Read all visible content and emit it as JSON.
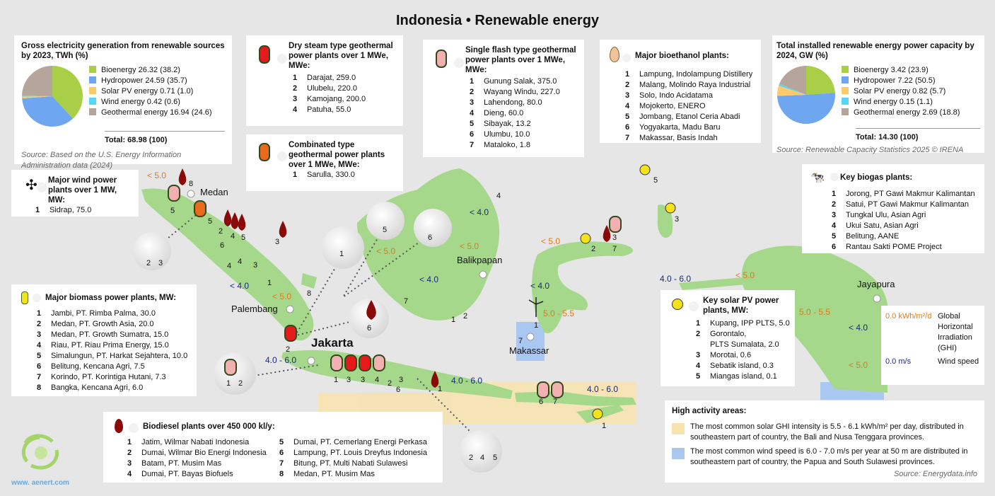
{
  "title": "Indonesia • Renewable energy",
  "generation": {
    "title": "Gross electricity generation from renewable sources by 2023, TWh (%)",
    "items": [
      {
        "label": "Bioenergy 26.32 (38.2)",
        "value": 38.2,
        "color": "#a8cf45"
      },
      {
        "label": "Hydropower 24.59 (35.7)",
        "value": 35.7,
        "color": "#6ea7f0"
      },
      {
        "label": "Solar PV energy 0.71 (1.0)",
        "value": 1.0,
        "color": "#fcc96b"
      },
      {
        "label": "Wind energy 0.42 (0.6)",
        "value": 0.6,
        "color": "#56d8f5"
      },
      {
        "label": "Geothermal energy 16.94 (24.6)",
        "value": 24.6,
        "color": "#b5a59a"
      }
    ],
    "total": "Total: 68.98 (100)",
    "source": "Source: Based on the U.S. Energy Information Administration data (2024)"
  },
  "capacity": {
    "title": "Total installed renewable energy power capacity by 2024, GW (%)",
    "items": [
      {
        "label": "Bioenergy 3.42 (23.9)",
        "value": 23.9,
        "color": "#a8cf45"
      },
      {
        "label": "Hydropower 7.22 (50.5)",
        "value": 50.5,
        "color": "#6ea7f0"
      },
      {
        "label": "Solar PV energy 0.82 (5.7)",
        "value": 5.7,
        "color": "#fcc96b"
      },
      {
        "label": "Wind energy 0.15 (1.1)",
        "value": 1.1,
        "color": "#56d8f5"
      },
      {
        "label": "Geothermal energy 2.69 (18.8)",
        "value": 18.8,
        "color": "#b5a59a"
      }
    ],
    "total": "Total: 14.30 (100)",
    "source": "Source: Renewable Capacity Statistics 2025 © IRENA"
  },
  "dry_steam": {
    "title": "Dry steam type geothermal power plants over 1 MWe, MWe:",
    "items": [
      [
        "1",
        "Darajat, 259.0"
      ],
      [
        "2",
        "Ulubelu, 220.0"
      ],
      [
        "3",
        "Kamojang, 200.0"
      ],
      [
        "4",
        "Patuha, 55.0"
      ]
    ]
  },
  "combined": {
    "title": "Combinated type geothermal power plants over 1 MWe, MWe:",
    "items": [
      [
        "1",
        "Sarulla, 330.0"
      ]
    ]
  },
  "single_flash": {
    "title": "Single flash type geothermal power plants over 1 MWe, MWe:",
    "items": [
      [
        "1",
        "Gunung Salak, 375.0"
      ],
      [
        "2",
        "Wayang Windu, 227.0"
      ],
      [
        "3",
        "Lahendong, 80.0"
      ],
      [
        "4",
        "Dieng, 60.0"
      ],
      [
        "5",
        "Sibayak, 13.2"
      ],
      [
        "6",
        "Ulumbu, 10.0"
      ],
      [
        "7",
        "Mataloko, 1.8"
      ]
    ]
  },
  "bioethanol": {
    "title": "Major bioethanol plants:",
    "items": [
      [
        "1",
        "Lampung, Indolampung Distillery"
      ],
      [
        "2",
        "Malang, Molindo Raya Industrial"
      ],
      [
        "3",
        "Solo, Indo Acidatama"
      ],
      [
        "4",
        "Mojokerto, ENERO"
      ],
      [
        "5",
        "Jombang, Etanol Ceria Abadi"
      ],
      [
        "6",
        "Yogyakarta, Madu Baru"
      ],
      [
        "7",
        "Makassar, Basis Indah"
      ]
    ]
  },
  "wind": {
    "title": "Major wind power plants over 1 MW, MW:",
    "items": [
      [
        "1",
        "Sidrap, 75.0"
      ]
    ]
  },
  "biogas": {
    "title": "Key biogas plants:",
    "items": [
      [
        "1",
        "Jorong, PT Gawi Makmur Kalimantan"
      ],
      [
        "2",
        "Satui, PT Gawi Makmur Kalimantan"
      ],
      [
        "3",
        "Tungkal Ulu, Asian Agri"
      ],
      [
        "4",
        "Ukui Satu, Asian Agri"
      ],
      [
        "5",
        "Belitung, AANE"
      ],
      [
        "6",
        "Rantau Sakti POME Project"
      ]
    ]
  },
  "biomass": {
    "title": "Major biomass power plants, MW:",
    "items": [
      [
        "1",
        "Jambi, PT. Rimba Palma, 30.0"
      ],
      [
        "2",
        "Medan, PT. Growth Asia, 20.0"
      ],
      [
        "3",
        "Medan, PT. Growth Sumatra, 15.0"
      ],
      [
        "4",
        "Riau, PT. Riau Prima Energy, 15.0"
      ],
      [
        "5",
        "Simalungun, PT. Harkat Sejahtera, 10.0"
      ],
      [
        "6",
        "Belitung, Kencana Agri, 7.5"
      ],
      [
        "7",
        "Korindo, PT. Korintiga Hutani, 7.3"
      ],
      [
        "8",
        "Bangka, Kencana Agri, 6.0"
      ]
    ]
  },
  "solar": {
    "title": "Key solar PV power plants, MW:",
    "items": [
      [
        "1",
        "Kupang, IPP PLTS, 5.0"
      ],
      [
        "2",
        "Gorontalo,"
      ],
      [
        "",
        "PLTS Sumalata, 2.0"
      ],
      [
        "3",
        "Morotai, 0.6"
      ],
      [
        "4",
        "Sebatik island, 0.3"
      ],
      [
        "5",
        "Miangas island, 0.1"
      ]
    ]
  },
  "biodiesel": {
    "title": "Biodiesel plants over 450 000 kl/y:",
    "col1": [
      [
        "1",
        "Jatim, Wilmar Nabati Indonesia"
      ],
      [
        "2",
        "Dumai, Wilmar Bio Energi Indonesia"
      ],
      [
        "3",
        "Batam, PT. Musim Mas"
      ],
      [
        "4",
        "Dumai, PT. Bayas Biofuels"
      ]
    ],
    "col2": [
      [
        "5",
        "Dumai, PT. Cemerlang Energi Perkasa"
      ],
      [
        "6",
        "Lampung, PT. Louis Dreyfus Indonesia"
      ],
      [
        "7",
        "Bitung, PT. Multi Nabati Sulawesi"
      ],
      [
        "8",
        "Medan, PT. Musim Mas"
      ]
    ]
  },
  "legend": {
    "ghi_value": "0.0 kWh/m²/d",
    "ghi_label": "Global Horizontal Irradiation (GHI)",
    "wind_value": "0.0 m/s",
    "wind_label": "Wind speed"
  },
  "high_activity": {
    "title": "High activity areas:",
    "solar_text": "The most common solar GHI intensity is 5.5 - 6.1 kWh/m² per day, distributed in southeastern part of country, the Bali and Nusa Tenggara provinces.",
    "wind_text": "The most common wind speed is 6.0 - 7.0 m/s per year at 50 m are distributed in southeastern part of country, the Papua and South Sulawesi provinces.",
    "source": "Source: Energydata.info"
  },
  "cities": {
    "medan": "Medan",
    "palembang": "Palembang",
    "jakarta": "Jakarta",
    "balikpapan": "Balikpapan",
    "makassar": "Makassar",
    "jayapura": "Jayapura"
  },
  "map_labels": {
    "ghi": [
      "< 5.0",
      "< 5.0",
      "< 5.0",
      "< 5.0",
      "< 5.0",
      "< 5.0",
      "5.0 - 5.5",
      "5.0 - 5.5",
      "< 5.0"
    ],
    "wind": [
      "< 4.0",
      "< 4.0",
      "< 4.0",
      "4.0 - 6.0",
      "4.0 - 6.0",
      "4.0 - 6.0",
      "< 4.0",
      "4.0 - 6.0",
      "< 4.0"
    ]
  },
  "logo_text": "www. aenert.com",
  "colors": {
    "land": "#a5d88a",
    "ghi_label": "#e07a1a",
    "wind_label": "#1a2a7a",
    "solar_area": "#f7e3b0",
    "wind_area": "#aac7f2"
  }
}
